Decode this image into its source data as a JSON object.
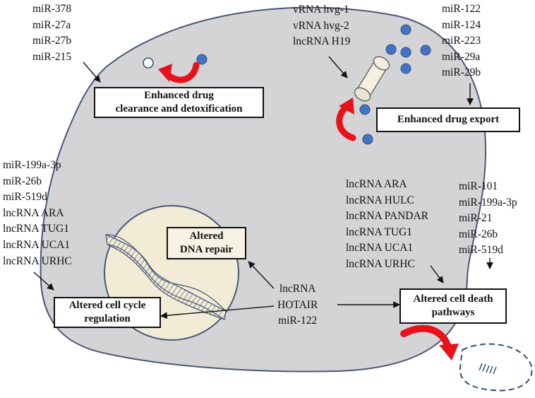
{
  "labels": {
    "top_left_mirnas": [
      "miR-378",
      "miR-27a",
      "miR-27b",
      "miR-215"
    ],
    "top_center_rnas": [
      "vRNA hvg-1",
      "vRNA hvg-2",
      "lncRNA H19"
    ],
    "top_right_mirnas": [
      "miR-122",
      "miR-124",
      "miR-223",
      "miR-29a",
      "miR-29b"
    ],
    "left_rnas": [
      "miR-199a-3p",
      "miR-26b",
      "miR-519d",
      "lncRNA ARA",
      "lncRNA TUG1",
      "lncRNA UCA1",
      "lncRNA URHC"
    ],
    "right_lncrnas": [
      "lncRNA ARA",
      "lncRNA HULC",
      "lncRNA PANDAR",
      "lncRNA TUG1",
      "lncRNA UCA1",
      "lncRNA URHC"
    ],
    "right_mirnas": [
      "miR-101",
      "miR-199a-3p",
      "miR-21",
      "miR-26b",
      "miR-519d"
    ],
    "center_rnas": [
      "lncRNA",
      "HOTAIR",
      "miR-122"
    ]
  },
  "boxes": {
    "drug_clearance": [
      "Enhanced drug",
      "clearance and detoxification"
    ],
    "drug_export": [
      "Enhanced drug export"
    ],
    "dna_repair": [
      "Altered",
      "DNA repair"
    ],
    "cell_cycle": [
      "Altered cell cycle",
      "regulation"
    ],
    "cell_death": [
      "Altered cell death",
      "pathways"
    ]
  },
  "colors": {
    "cell_fill": "#d4d4d6",
    "cell_stroke": "#4a5878",
    "nucleus_fill": "#f2ecd6",
    "curved_arrow": "#e8121b",
    "molecule_blue": "#4472c4",
    "apoptotic_stroke": "#2e5078"
  }
}
